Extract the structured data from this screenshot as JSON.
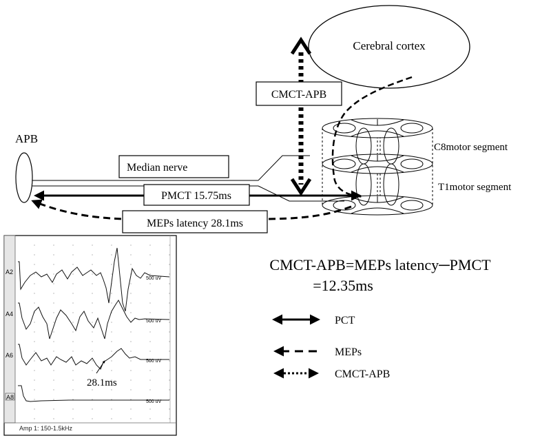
{
  "labels": {
    "cortex": "Cerebral cortex",
    "apb": "APB",
    "cmct_box": "CMCT-APB",
    "median_nerve": "Median nerve",
    "pmct_box": "PMCT 15.75ms",
    "meps_box": "MEPs latency 28.1ms",
    "c8": "C8motor segment",
    "t1": "T1motor segment"
  },
  "formula": {
    "line1": "CMCT-APB=MEPs latency─PMCT",
    "line2": "=12.35ms"
  },
  "legend": [
    {
      "style": "solid",
      "label": "PCT"
    },
    {
      "style": "dashed",
      "label": "MEPs"
    },
    {
      "style": "dotted",
      "label": "CMCT-APB"
    }
  ],
  "emg": {
    "channels": [
      "A2",
      "A4",
      "A6",
      "A8"
    ],
    "scale_label": "500 uV",
    "annotation": "28.1ms",
    "footer": "Amp 1: 150-1.5kHz"
  }
}
